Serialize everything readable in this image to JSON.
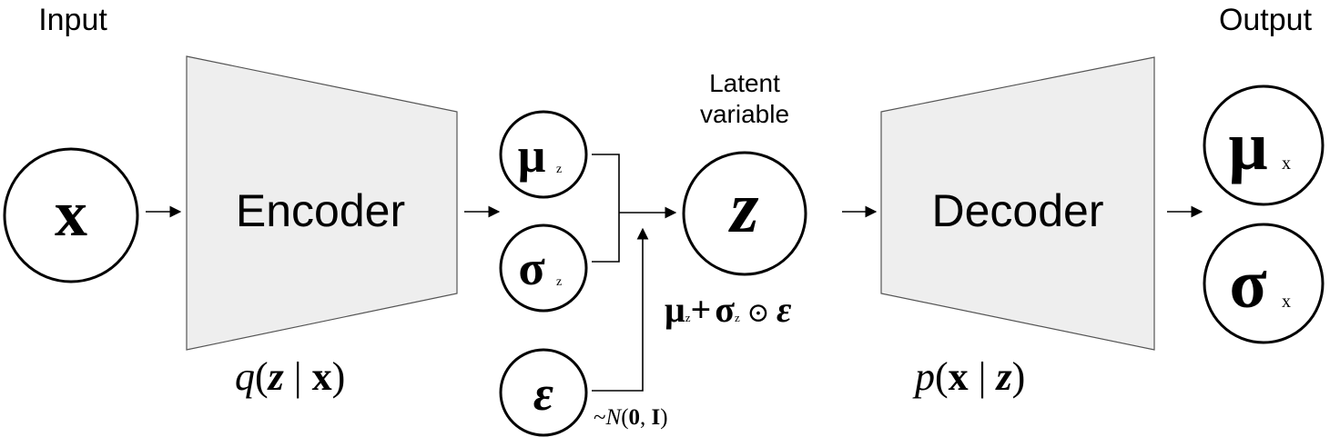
{
  "labels": {
    "input": "Input",
    "output": "Output",
    "latent_line1": "Latent",
    "latent_line2": "variable"
  },
  "blocks": {
    "encoder": "Encoder",
    "decoder": "Decoder"
  },
  "nodes": {
    "x": "x",
    "mu_z": {
      "main": "μ",
      "sub": "z"
    },
    "sigma_z": {
      "main": "σ",
      "sub": "z"
    },
    "epsilon": "ε",
    "z": "z",
    "mu_x": {
      "main": "μ",
      "sub": "x"
    },
    "sigma_x": {
      "main": "σ",
      "sub": "x"
    }
  },
  "formulas": {
    "q": {
      "fn": "q",
      "open": "(",
      "z": "z",
      "bar": " | ",
      "x": "x",
      "close": ")"
    },
    "p": {
      "fn": "p",
      "open": "(",
      "x": "x",
      "bar": " | ",
      "z": "z",
      "close": ")"
    },
    "reparam": {
      "mu": "μ",
      "mu_sub": "z",
      "plus": "+",
      "sigma": "σ",
      "sigma_sub": "z",
      "odot": " ⊙ ",
      "eps": "ε"
    },
    "noise": {
      "tilde": "~",
      "N": "N",
      "open": "(",
      "zero": "0",
      "comma": ", ",
      "I": "I",
      "close": ")"
    }
  }
}
